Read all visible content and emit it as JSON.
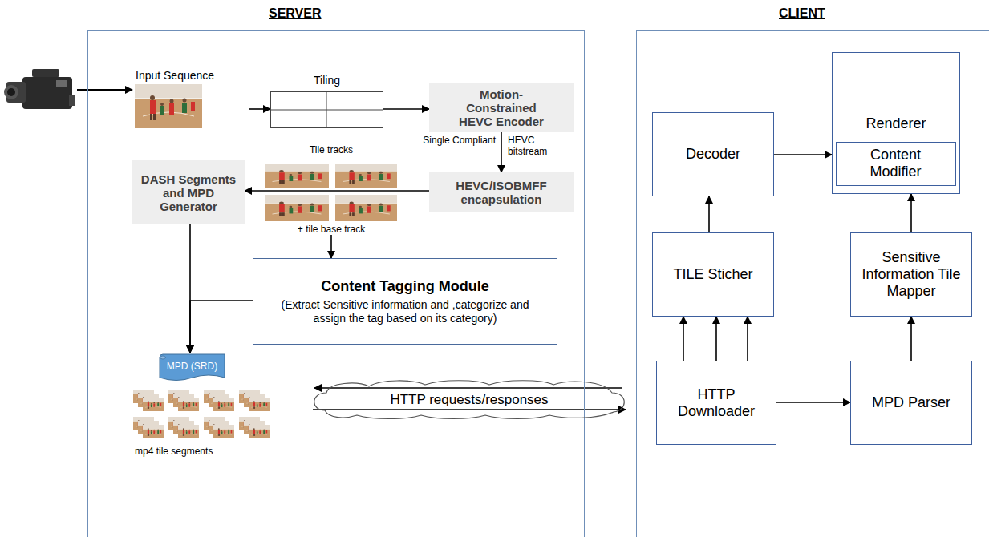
{
  "diagram": {
    "nodes": [
      {
        "text": [
          "SERVER"
        ]
      },
      {
        "text": [
          "Input Sequence"
        ],
        "in": 0
      },
      {
        "text": [
          "Tiling"
        ],
        "in": 0
      },
      {
        "text": [
          "Motion-Constrained HEVC Encoder"
        ],
        "in": 0
      },
      {
        "text": [
          "DASH Segments and MPD Generator"
        ],
        "in": 0
      },
      {
        "text": [
          "Tile tracks",
          "+ tile base track"
        ],
        "in": 0
      },
      {
        "text": [
          "HEVC/ISOBMFF encapsulation"
        ],
        "in": 0
      },
      {
        "text": [
          "Content Tagging Module",
          "(Extract Sensitive information and ,categorize and assign the tag based on its category)"
        ],
        "in": 0
      },
      {
        "text": [
          "MPD (SRD)"
        ],
        "in": 0
      },
      {
        "text": [
          "HTTP requests/responses"
        ]
      },
      {
        "text": [
          "CLIENT"
        ]
      },
      {
        "text": [
          "Renderer"
        ],
        "in": 10
      },
      {
        "text": [
          "Content Modifier"
        ],
        "in": 11
      },
      {
        "text": [
          "Decoder"
        ],
        "in": 10
      },
      {
        "text": [
          "TILE Sticher"
        ],
        "in": 10
      },
      {
        "text": [
          "Sensitive Information Tile Mapper"
        ],
        "in": 10
      },
      {
        "text": [
          "HTTP Downloader"
        ],
        "in": 10
      },
      {
        "text": [
          "MPD Parser"
        ],
        "in": 10
      }
    ],
    "edges": [
      {
        "from": 1,
        "to": 2,
        "arrow": "to"
      },
      {
        "from": 2,
        "to": 3,
        "arrow": "to"
      },
      {
        "from": 3,
        "to": 6,
        "arrow": "to"
      },
      {
        "from": 6,
        "to": 4,
        "arrow": "to"
      },
      {
        "from": 5,
        "to": 7,
        "arrow": "to"
      },
      {
        "from": 4,
        "to": 8,
        "arrow": "to"
      },
      {
        "from": 7,
        "to": 8,
        "arrow": "to"
      },
      {
        "from": 16,
        "to": 14,
        "arrow": "to"
      },
      {
        "from": 16,
        "to": 14,
        "arrow": "to"
      },
      {
        "from": 16,
        "to": 14,
        "arrow": "to"
      },
      {
        "from": 14,
        "to": 13,
        "arrow": "to"
      },
      {
        "from": 13,
        "to": 11,
        "arrow": "to"
      },
      {
        "from": 16,
        "to": 17,
        "arrow": "to"
      },
      {
        "from": 17,
        "to": 15,
        "arrow": "to"
      },
      {
        "from": 15,
        "to": 11,
        "arrow": "to"
      }
    ],
    "labels": [
      "Single Compliant",
      "HEVC bitstream",
      "mp4 tile segments"
    ]
  }
}
